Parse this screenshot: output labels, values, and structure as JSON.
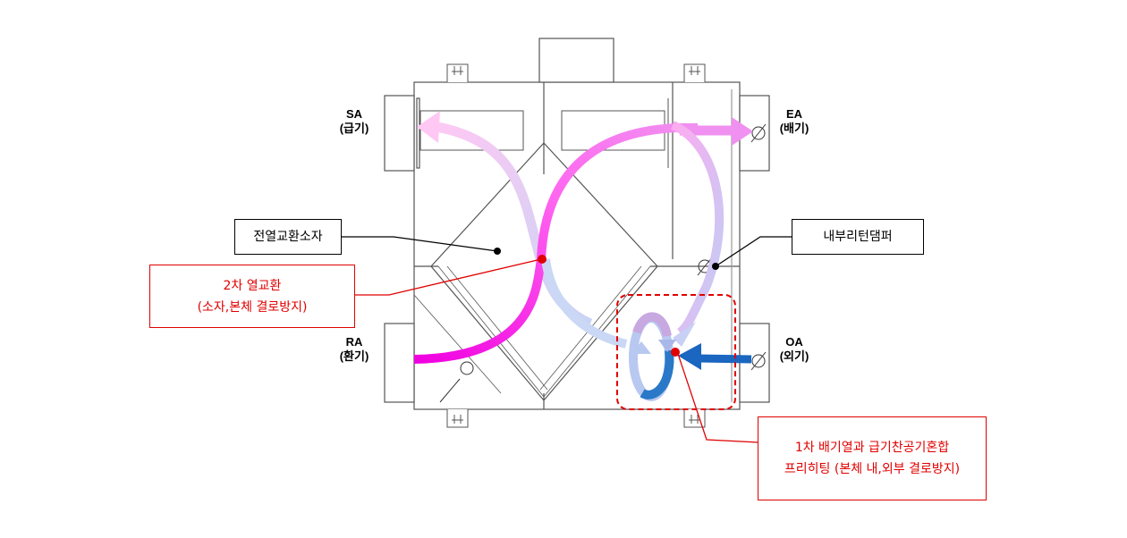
{
  "ports": {
    "sa": {
      "code": "SA",
      "name": "(급기)"
    },
    "ea": {
      "code": "EA",
      "name": "(배기)"
    },
    "ra": {
      "code": "RA",
      "name": "(환기)"
    },
    "oa": {
      "code": "OA",
      "name": "(외기)"
    }
  },
  "callouts": {
    "heat_exchanger": "전열교환소자",
    "bypass_damper": "내부리턴댐퍼",
    "secondary_exchange": {
      "line1": "2차 열교환",
      "line2": "(소자,본체 결로방지)"
    },
    "preheating": {
      "line1": "1차 배기열과 급기찬공기혼합",
      "line2": "프리히팅 (본체 내,외부 결로방지)"
    }
  },
  "colors": {
    "callout_red": "#e00000",
    "exhaust_magenta": "#f000e0",
    "supply_light_pink": "#ffb0f0",
    "return_lavender": "#c8d8f8",
    "outdoor_blue": "#1a66c0"
  }
}
